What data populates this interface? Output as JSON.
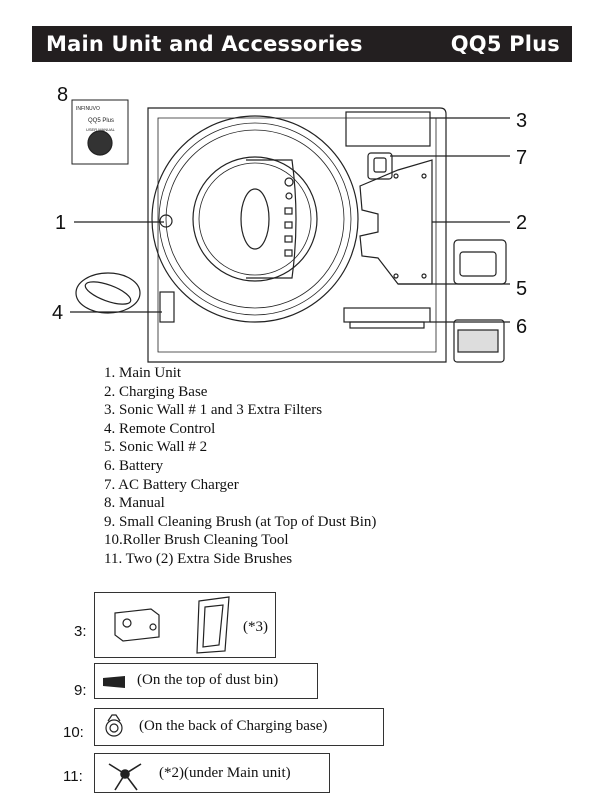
{
  "header": {
    "title": "Main Unit and Accessories",
    "model": "QQ5 Plus"
  },
  "manual_cover": {
    "brand": "INFINUVO",
    "model": "QQ5 Plus",
    "subtitle": "USER MANUAL"
  },
  "callouts": [
    "1",
    "2",
    "3",
    "4",
    "5",
    "6",
    "7",
    "8"
  ],
  "parts": [
    "1. Main Unit",
    "2. Charging Base",
    "3. Sonic Wall # 1 and 3 Extra Filters",
    "4. Remote Control",
    "5. Sonic Wall # 2",
    "6. Battery",
    "7. AC Battery Charger",
    "8. Manual",
    "9. Small Cleaning Brush (at Top of Dust Bin)",
    "10.Roller Brush Cleaning Tool",
    "11. Two (2) Extra Side Brushes"
  ],
  "accessories": [
    {
      "number": "3:",
      "note": "(*3)"
    },
    {
      "number": "9:",
      "note": "(On the top of dust bin)"
    },
    {
      "number": "10:",
      "note": "(On the back of Charging base)"
    },
    {
      "number": "11:",
      "note": "(*2)(under Main unit)"
    }
  ]
}
